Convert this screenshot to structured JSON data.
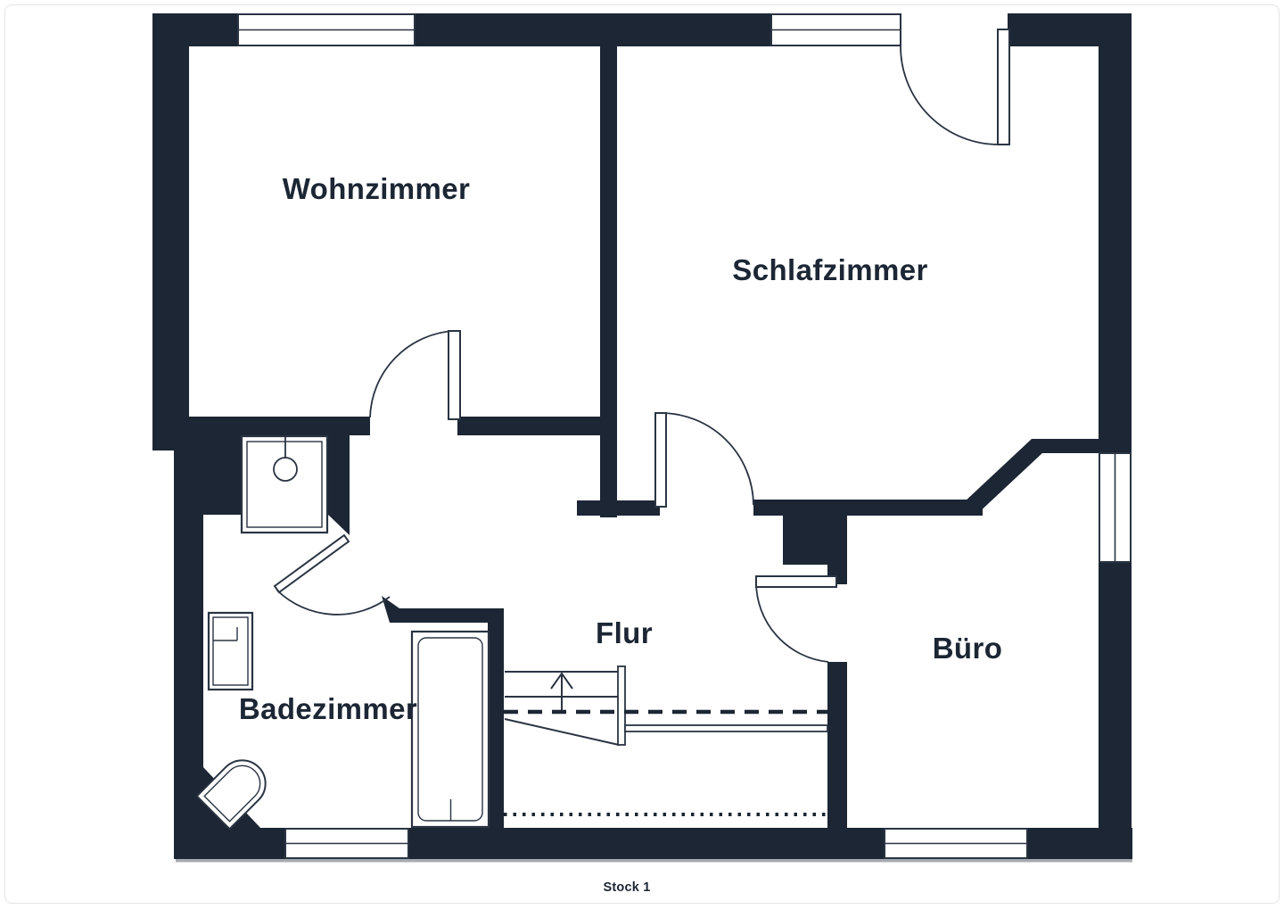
{
  "page": {
    "floor_label": "Stock 1"
  },
  "rooms": [
    {
      "id": "wohnzimmer",
      "label": "Wohnzimmer"
    },
    {
      "id": "schlafzimmer",
      "label": "Schlafzimmer"
    },
    {
      "id": "flur",
      "label": "Flur"
    },
    {
      "id": "buero",
      "label": "Büro"
    },
    {
      "id": "badezimmer",
      "label": "Badezimmer"
    }
  ],
  "colors": {
    "wall": "#1c2634",
    "line": "#2a3442",
    "floor": "#ffffff",
    "page_border": "#e4e4e4"
  }
}
